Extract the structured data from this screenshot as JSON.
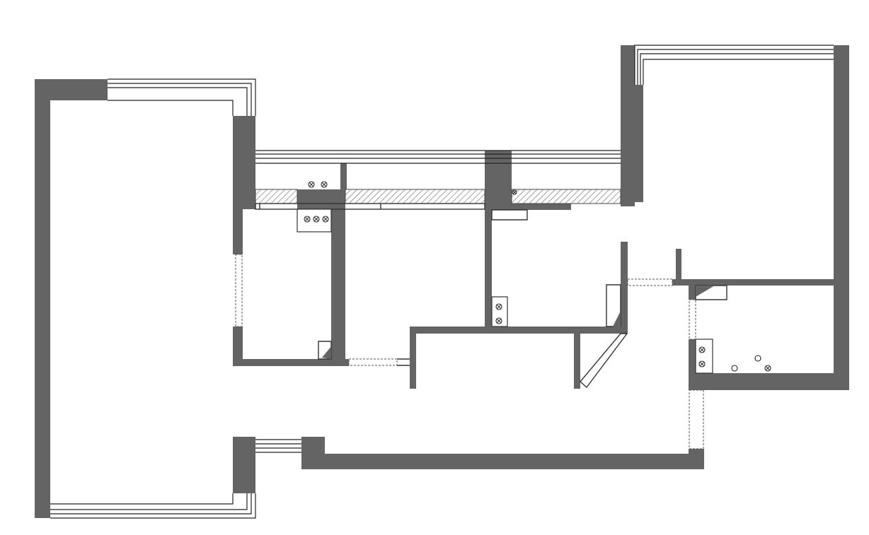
{
  "plan": {
    "wall_color": "#646464",
    "background_color": "#ffffff",
    "line_color": "#222222"
  },
  "fixtures": {
    "vent_icon": "circle-with-x",
    "drain_icon": "open-circle",
    "vent_count": 11,
    "drain_count": 2
  }
}
